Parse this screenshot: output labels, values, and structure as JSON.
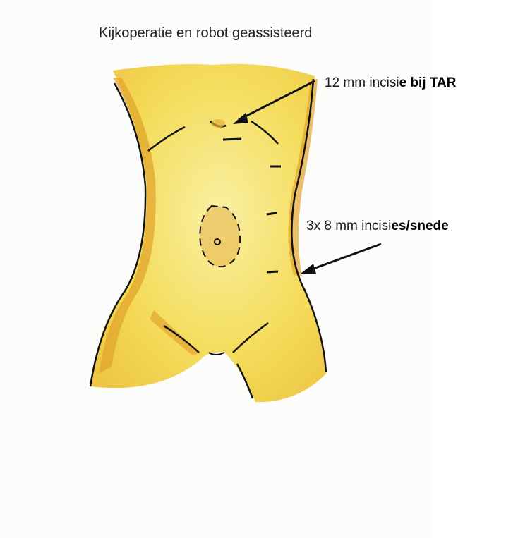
{
  "title": "Kijkoperatie en robot geassisteerd",
  "labels": {
    "top_incision_normal": "12 mm incisi",
    "top_incision_bold": "e bij TAR",
    "side_incisions_normal": "3x 8 mm incisi",
    "side_incisions_bold": "es/snede"
  },
  "colors": {
    "body_fill": "#f4dc5a",
    "body_light": "#f8ea8c",
    "shading": "#e0a526",
    "ink": "#111111"
  }
}
